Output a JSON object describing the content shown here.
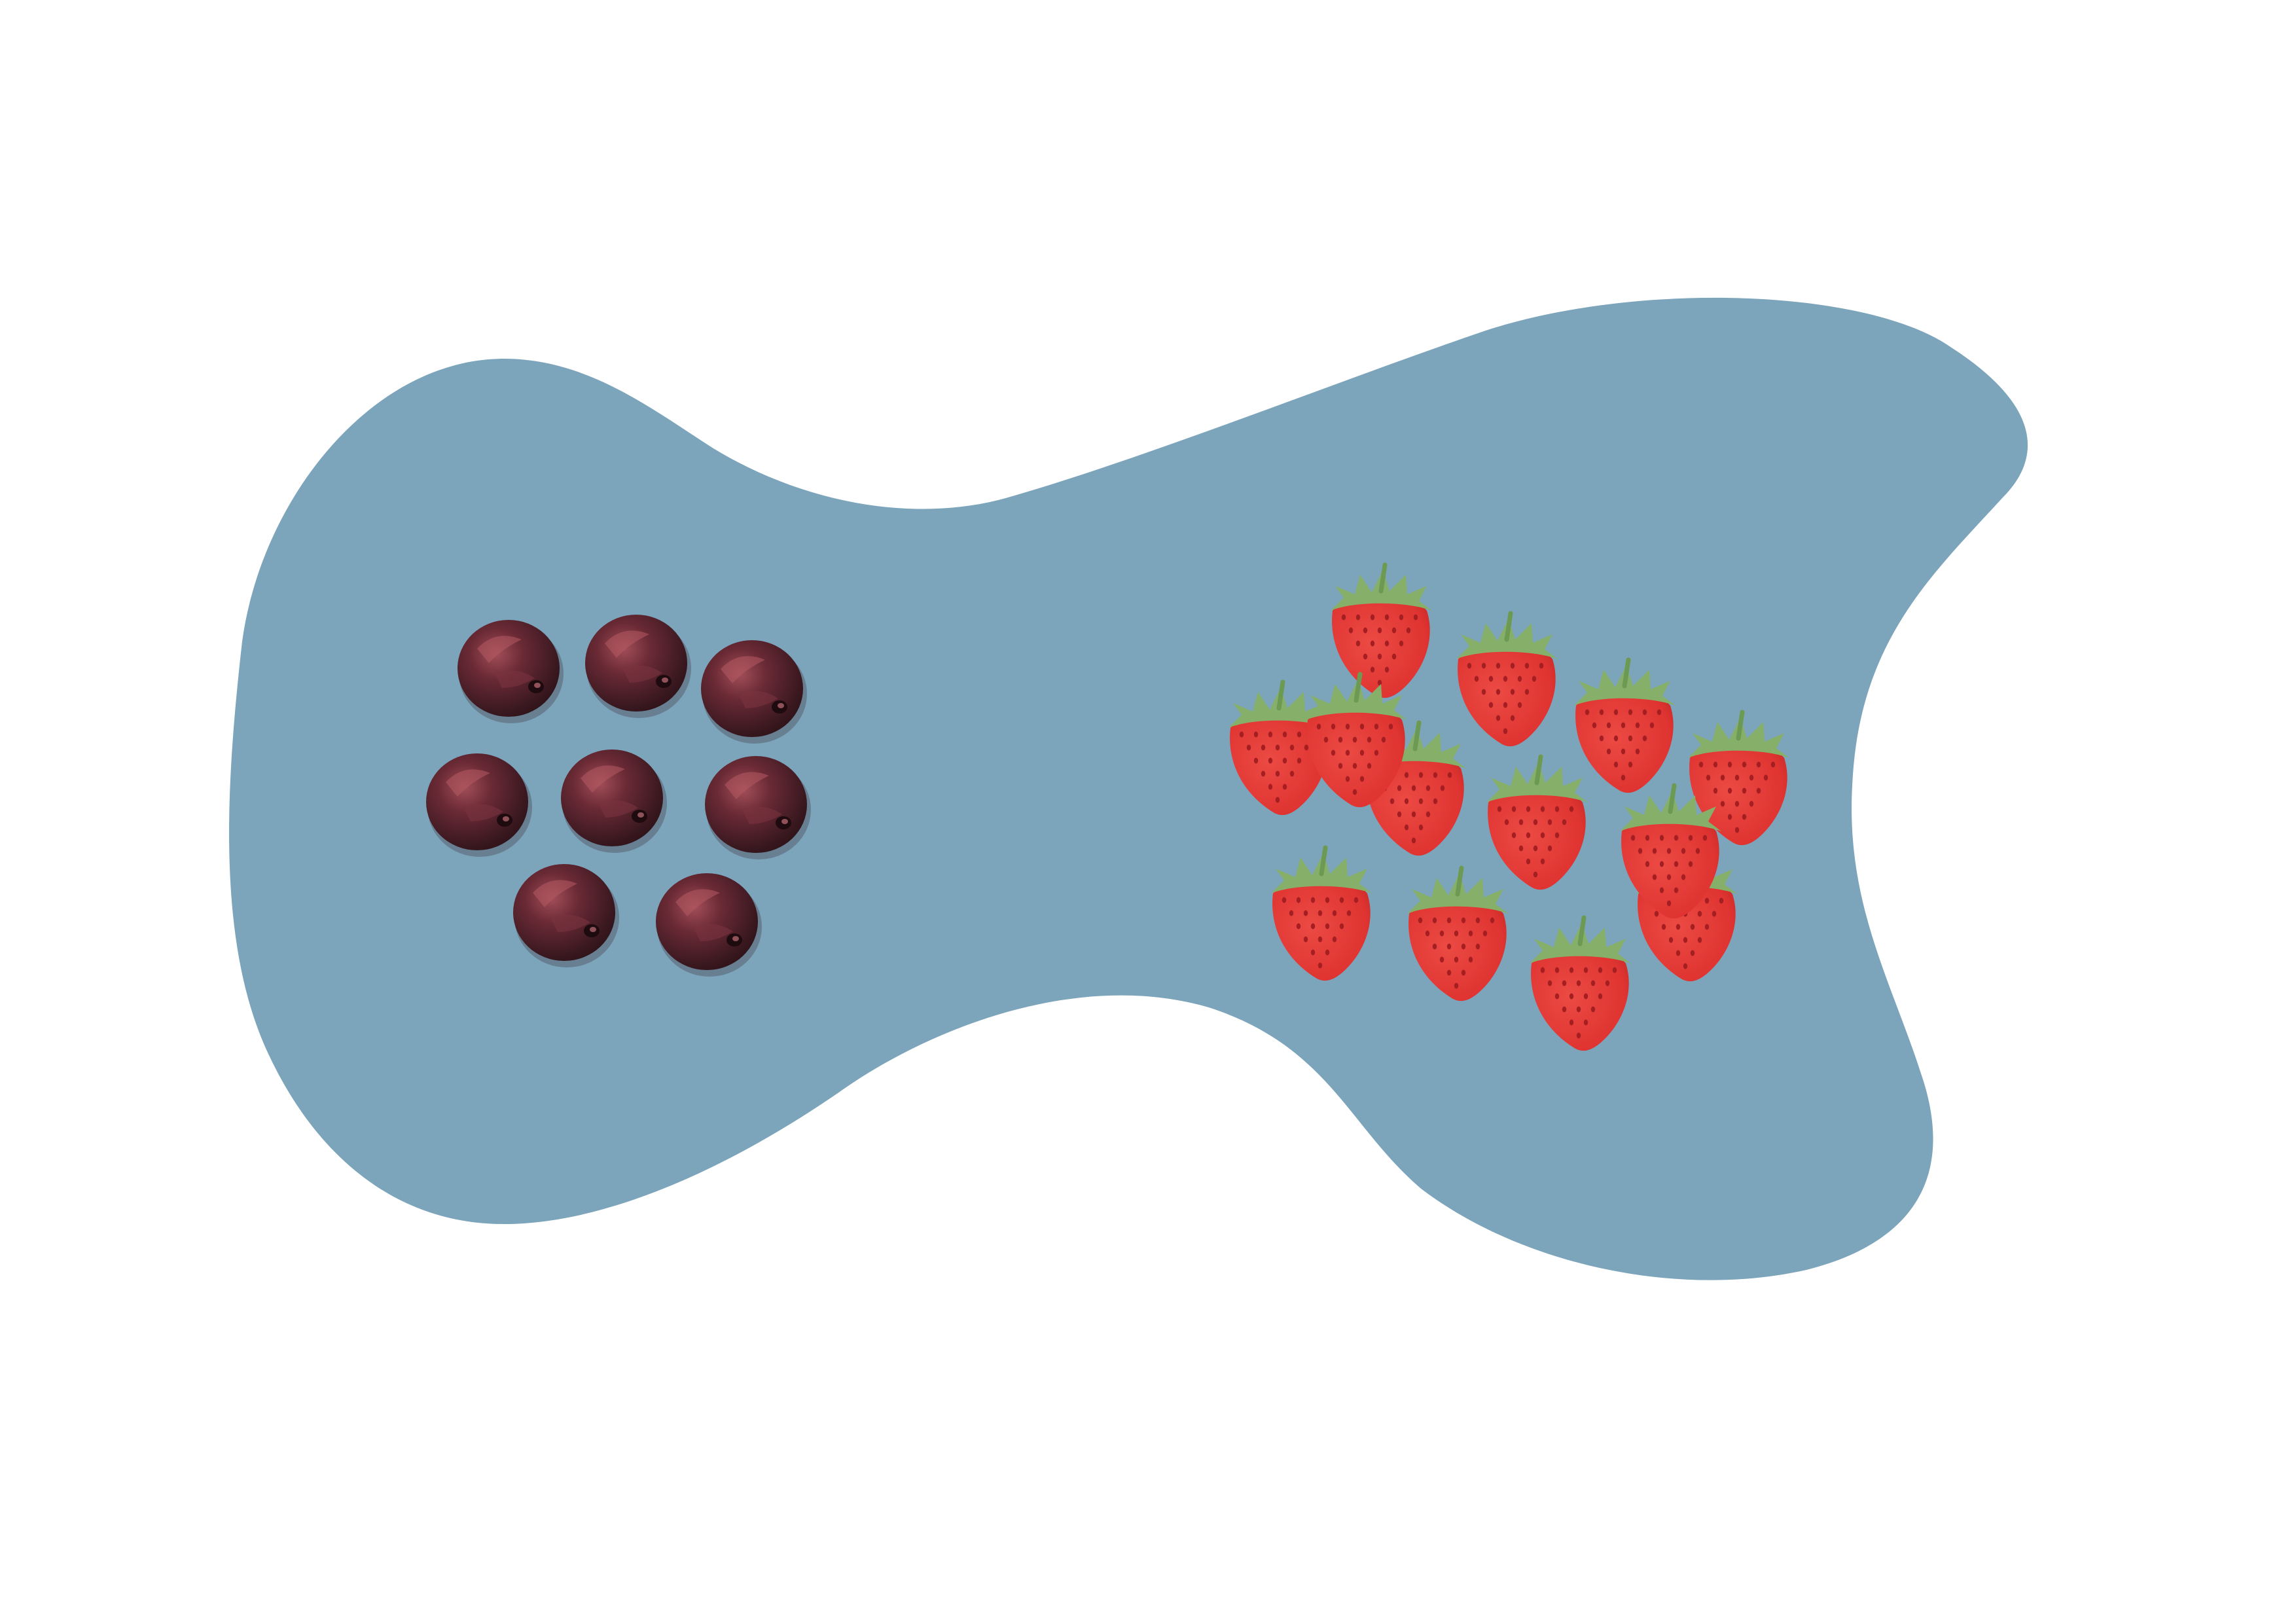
{
  "colors": {
    "background": "#ffffff",
    "blob": "#7ca5bb",
    "cherry_dark": "#3d1a22",
    "cherry_mid": "#5e2630",
    "cherry_highlight": "#9a4a52",
    "strawberry_red": "#e23a37",
    "strawberry_dark": "#b82424",
    "strawberry_leaf": "#86b06a",
    "strawberry_seed": "#a51f22"
  },
  "groups": {
    "cherries": {
      "label": "cherry",
      "count": 8,
      "icon": "cherry-icon"
    },
    "strawberries": {
      "label": "strawberry",
      "count": 13,
      "icon": "strawberry-icon"
    }
  }
}
